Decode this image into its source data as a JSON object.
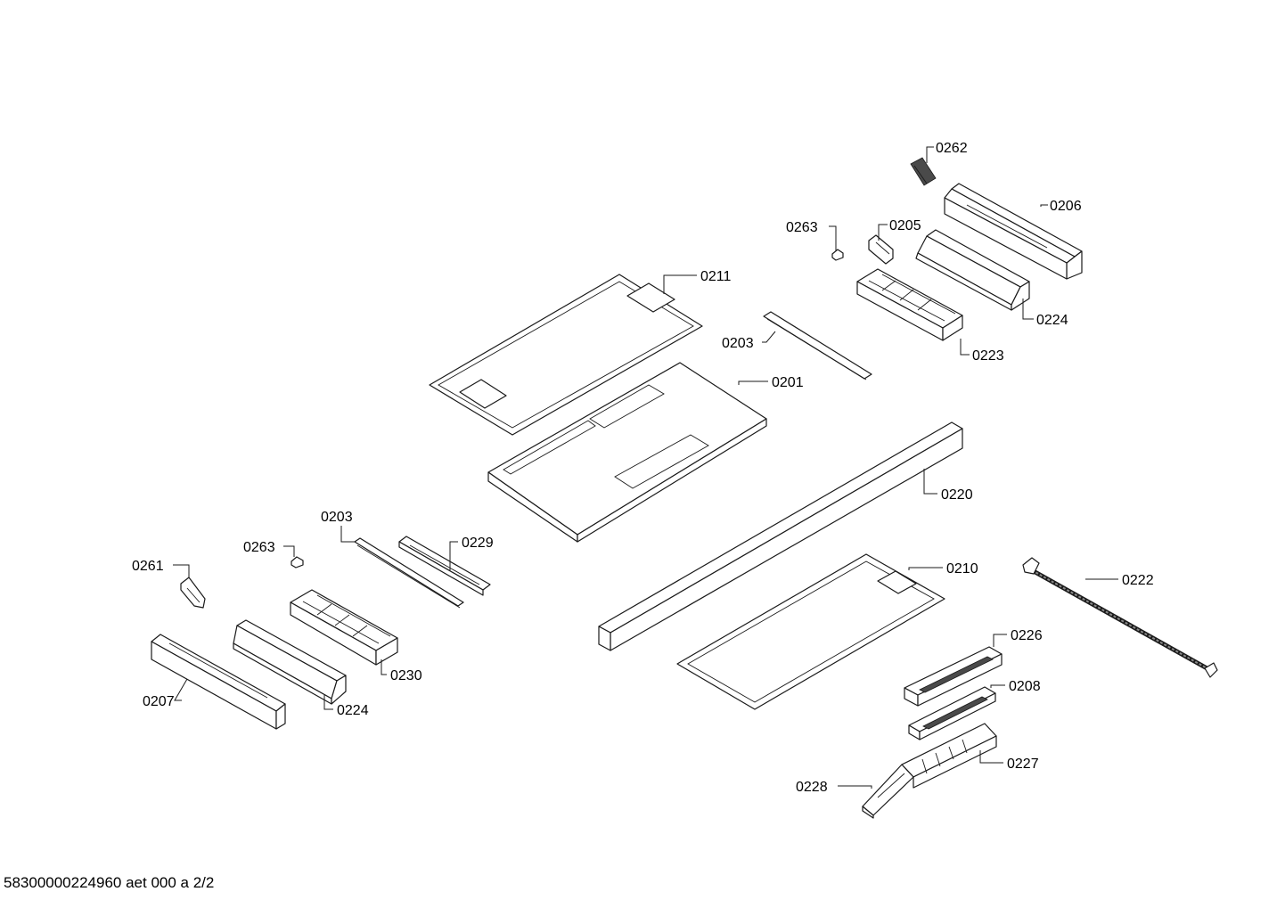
{
  "callouts": [
    {
      "id": "c-0262",
      "text": "0262"
    },
    {
      "id": "c-0206",
      "text": "0206"
    },
    {
      "id": "c-0263a",
      "text": "0263"
    },
    {
      "id": "c-0205",
      "text": "0205"
    },
    {
      "id": "c-0211",
      "text": "0211"
    },
    {
      "id": "c-0224a",
      "text": "0224"
    },
    {
      "id": "c-0203a",
      "text": "0203"
    },
    {
      "id": "c-0223",
      "text": "0223"
    },
    {
      "id": "c-0201",
      "text": "0201"
    },
    {
      "id": "c-0220",
      "text": "0220"
    },
    {
      "id": "c-0203b",
      "text": "0203"
    },
    {
      "id": "c-0229",
      "text": "0229"
    },
    {
      "id": "c-0263b",
      "text": "0263"
    },
    {
      "id": "c-0261",
      "text": "0261"
    },
    {
      "id": "c-0210",
      "text": "0210"
    },
    {
      "id": "c-0222",
      "text": "0222"
    },
    {
      "id": "c-0226",
      "text": "0226"
    },
    {
      "id": "c-0230",
      "text": "0230"
    },
    {
      "id": "c-0208",
      "text": "0208"
    },
    {
      "id": "c-0207",
      "text": "0207"
    },
    {
      "id": "c-0224b",
      "text": "0224"
    },
    {
      "id": "c-0227",
      "text": "0227"
    },
    {
      "id": "c-0228",
      "text": "0228"
    }
  ],
  "footer": "58300000224960 aet 000 a 2/2"
}
